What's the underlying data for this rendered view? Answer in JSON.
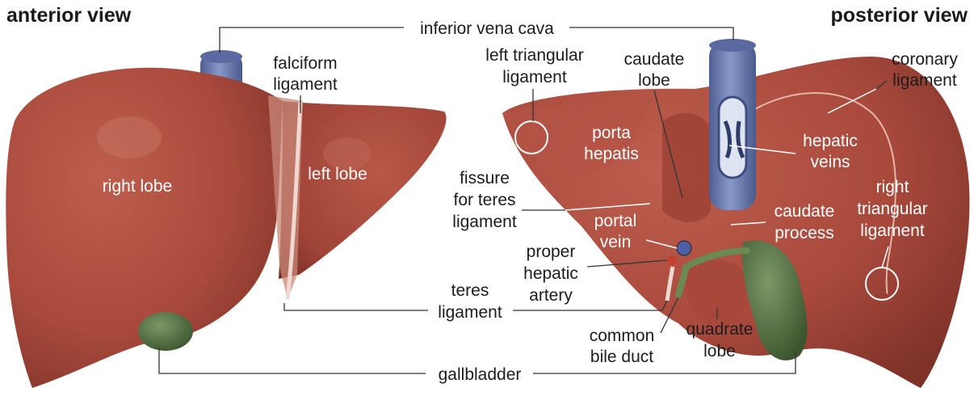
{
  "headings": {
    "anterior": "anterior view",
    "posterior": "posterior view"
  },
  "labels": {
    "right_lobe": "right lobe",
    "left_lobe": "left lobe",
    "ivc": "inferior vena cava",
    "falciform_1": "falciform",
    "falciform_2": "ligament",
    "ltl_1": "left triangular",
    "ltl_2": "ligament",
    "caudate_lobe_1": "caudate",
    "caudate_lobe_2": "lobe",
    "coronary_1": "coronary",
    "coronary_2": "ligament",
    "porta_1": "porta",
    "porta_2": "hepatis",
    "hepatic_veins_1": "hepatic",
    "hepatic_veins_2": "veins",
    "fissure_1": "fissure",
    "fissure_2": "for teres",
    "fissure_3": "ligament",
    "portal_vein_1": "portal",
    "portal_vein_2": "vein",
    "caudate_process_1": "caudate",
    "caudate_process_2": "process",
    "rtl_1": "right",
    "rtl_2": "triangular",
    "rtl_3": "ligament",
    "pha_1": "proper",
    "pha_2": "hepatic",
    "pha_3": "artery",
    "teres_1": "teres",
    "teres_2": "ligament",
    "cbd_1": "common",
    "cbd_2": "bile duct",
    "quadrate_1": "quadrate",
    "quadrate_2": "lobe",
    "gallbladder": "gallbladder"
  },
  "colors": {
    "liver": "#a8493c",
    "liver_dark": "#8c3a30",
    "liver_light": "#c06a5a",
    "vein": "#6f7fb4",
    "vein_dark": "#4e5e92",
    "gallbladder": "#5c7a48",
    "gallbladder_dark": "#3e5a32",
    "ligament": "#e8c8c0"
  }
}
